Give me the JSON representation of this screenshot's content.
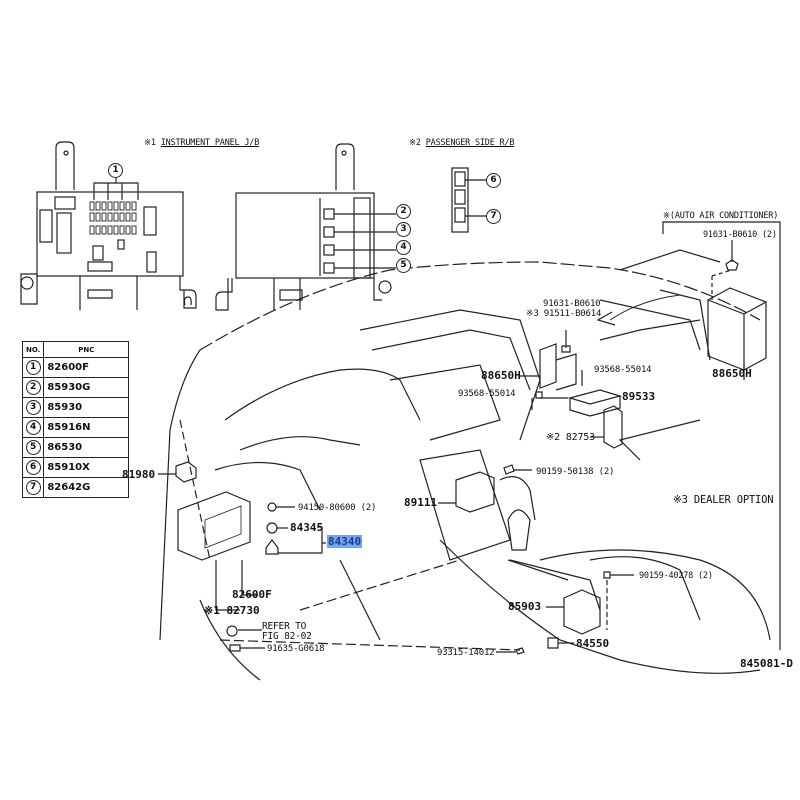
{
  "diagram": {
    "figure_id": "845081-D",
    "colors": {
      "line": "#222222",
      "highlight": "#6fa8f0",
      "highlight_text": "#1a3a8f"
    },
    "insets": {
      "instrument_panel_jb": {
        "title_prefix": "※1",
        "title": "INSTRUMENT PANEL J/B"
      },
      "passenger_side_rb": {
        "title_prefix": "※2",
        "title": "PASSENGER SIDE R/B"
      },
      "auto_air_conditioner": {
        "title": "※(AUTO AIR CONDITIONER)"
      }
    },
    "callouts": [
      "1",
      "2",
      "3",
      "4",
      "5",
      "6",
      "7"
    ],
    "pnc_table": {
      "headers": [
        "NO.",
        "PNC"
      ],
      "rows": [
        {
          "no": "1",
          "pnc": "82600F"
        },
        {
          "no": "2",
          "pnc": "85930G"
        },
        {
          "no": "3",
          "pnc": "85930"
        },
        {
          "no": "4",
          "pnc": "85916N"
        },
        {
          "no": "5",
          "pnc": "86530"
        },
        {
          "no": "6",
          "pnc": "85910X"
        },
        {
          "no": "7",
          "pnc": "82642G"
        }
      ]
    },
    "note": "※3 DEALER OPTION",
    "part_labels": {
      "p91631_b0610_2": "91631-B0610 (2)",
      "p88650h_right": "88650H",
      "p91631_b0610": "91631-B0610",
      "p91511_b0614": "※3 91511-B0614",
      "p88650h": "88650H",
      "p93568_55014_a": "93568-55014",
      "p93568_55014_b": "93568-55014",
      "p89533": "89533",
      "p82753": "※2 82753",
      "p90159_50138": "90159-50138 (2)",
      "p89111": "89111",
      "p81980": "81980",
      "p94150_80600": "94150-80600 (2)",
      "p84345": "84345",
      "p84340": "84340",
      "p82600f": "82600F",
      "p82730": "※1 82730",
      "p_refer_1": "REFER TO",
      "p_refer_2": "FIG 82-02",
      "p91635_g0618": "91635-G0618",
      "p90159_40278": "90159-40278 (2)",
      "p85903": "85903",
      "p84550": "84550",
      "p93315_14012": "93315-14012"
    },
    "selected_part": "84340"
  }
}
